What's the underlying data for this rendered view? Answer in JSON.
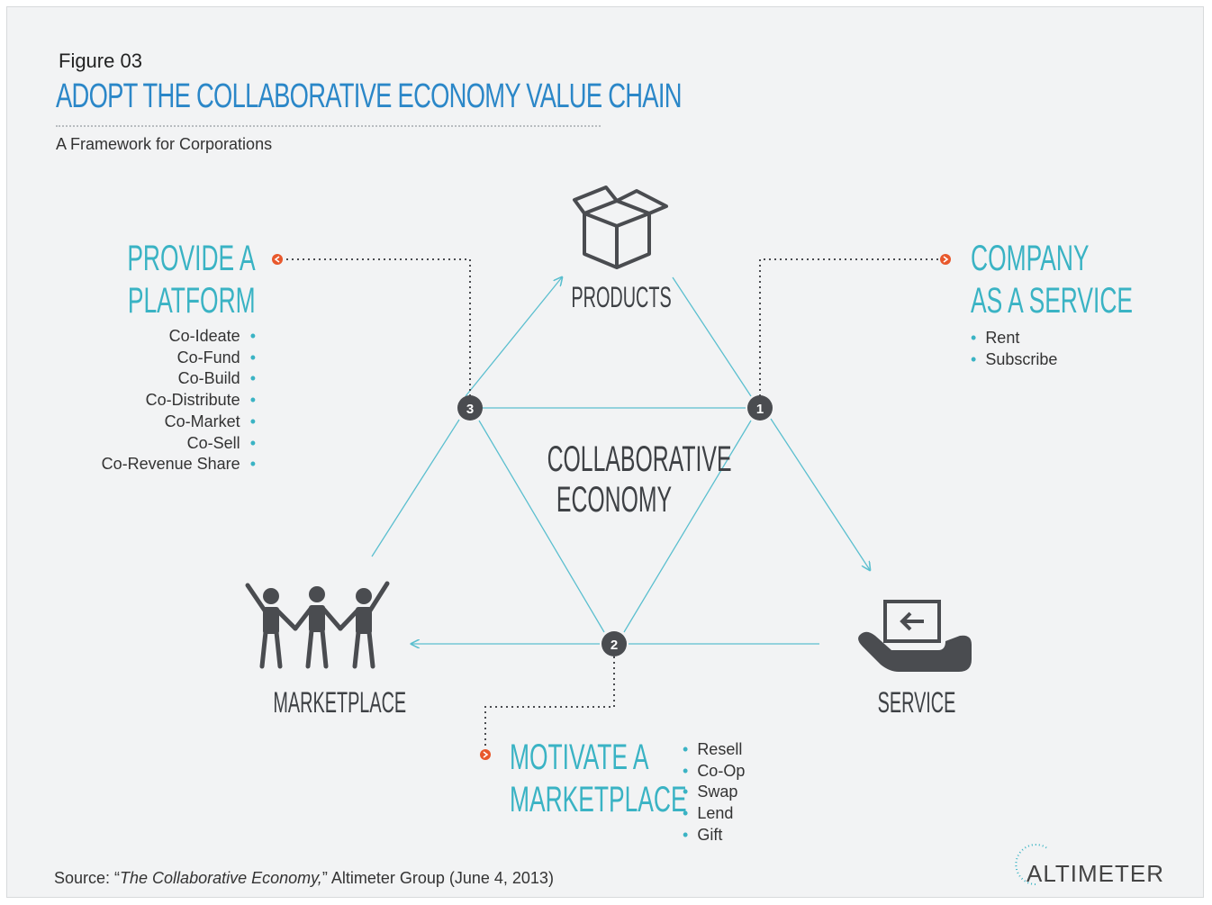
{
  "header": {
    "figure": "Figure 03",
    "title": "ADOPT THE COLLABORATIVE ECONOMY VALUE CHAIN",
    "subtitle": "A Framework for Corporations"
  },
  "center": {
    "line1": "COLLABORATIVE",
    "line2": "ECONOMY"
  },
  "nodes": {
    "products": "PRODUCTS",
    "marketplace": "MARKETPLACE",
    "service": "SERVICE",
    "badge1": "1",
    "badge2": "2",
    "badge3": "3"
  },
  "platform": {
    "line1": "PROVIDE A",
    "line2": "PLATFORM",
    "items": [
      "Co-Ideate",
      "Co-Fund",
      "Co-Build",
      "Co-Distribute",
      "Co-Market",
      "Co-Sell",
      "Co-Revenue Share"
    ]
  },
  "company": {
    "line1": "COMPANY",
    "line2": "AS A SERVICE",
    "items": [
      "Rent",
      "Subscribe"
    ]
  },
  "marketplace_block": {
    "line1": "MOTIVATE A",
    "line2": "MARKETPLACE",
    "items": [
      "Resell",
      "Co-Op",
      "Swap",
      "Lend",
      "Gift"
    ]
  },
  "footer": {
    "source_prefix": "Source: “",
    "source_title": "The Collaborative Economy,",
    "source_suffix": "” Altimeter Group (June 4, 2013)",
    "logo": "ALTIMETER"
  },
  "colors": {
    "teal": "#3ab3c4",
    "blue": "#2b87c8",
    "orange": "#e8582c",
    "dark": "#4a4c50"
  },
  "icons": [
    "box-icon",
    "people-icon",
    "hand-screen-icon"
  ]
}
